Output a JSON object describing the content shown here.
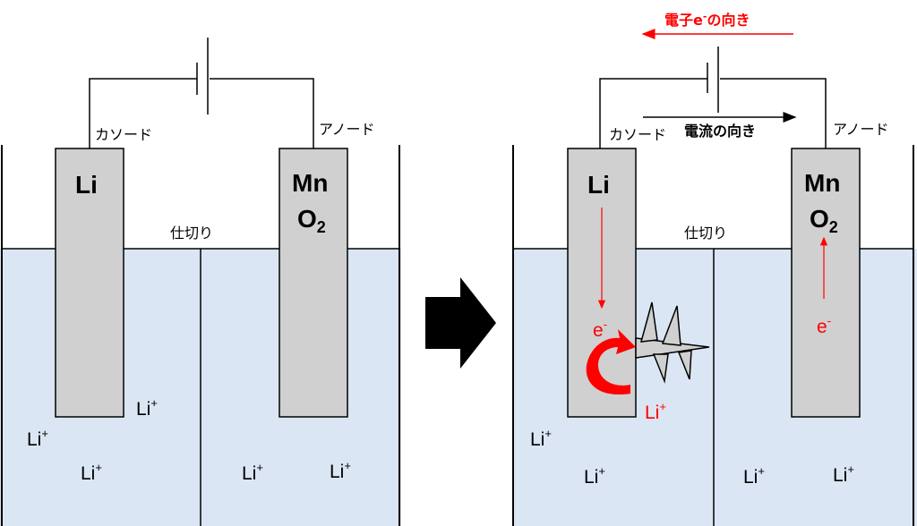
{
  "colors": {
    "electrolyte": "#dae6f3",
    "electrode": "#d0d0d0",
    "accent_red": "#ff0000"
  },
  "left": {
    "cathode_label": "カソード",
    "anode_label": "アノード",
    "separator_label": "仕切り",
    "cathode_electrode": "Li",
    "anode_electrode_main": "Mn",
    "anode_electrode_o": "O",
    "anode_electrode_sub": "2",
    "ions": [
      {
        "text": "Li",
        "sup": "+"
      },
      {
        "text": "Li",
        "sup": "+"
      },
      {
        "text": "Li",
        "sup": "+"
      },
      {
        "text": "Li",
        "sup": "+"
      },
      {
        "text": "Li",
        "sup": "+"
      }
    ]
  },
  "arrow_icon": "right-arrow-icon",
  "right": {
    "electron_direction_label_a": "電子e",
    "electron_direction_sup": "-",
    "electron_direction_label_b": "の向き",
    "current_direction_label": "電流の向き",
    "cathode_label": "カソード",
    "anode_label": "アノード",
    "separator_label": "仕切り",
    "cathode_electrode": "Li",
    "anode_electrode_main": "Mn",
    "anode_electrode_o": "O",
    "anode_electrode_sub": "2",
    "electron_cathode": {
      "text": "e",
      "sup": "-"
    },
    "electron_anode": {
      "text": "e",
      "sup": "-"
    },
    "deposit_ion": {
      "text": "Li",
      "sup": "+"
    },
    "dendrite_icon": "dendrite-icon",
    "ions": [
      {
        "text": "Li",
        "sup": "+"
      },
      {
        "text": "Li",
        "sup": "+"
      },
      {
        "text": "Li",
        "sup": "+"
      },
      {
        "text": "Li",
        "sup": "+"
      }
    ]
  }
}
